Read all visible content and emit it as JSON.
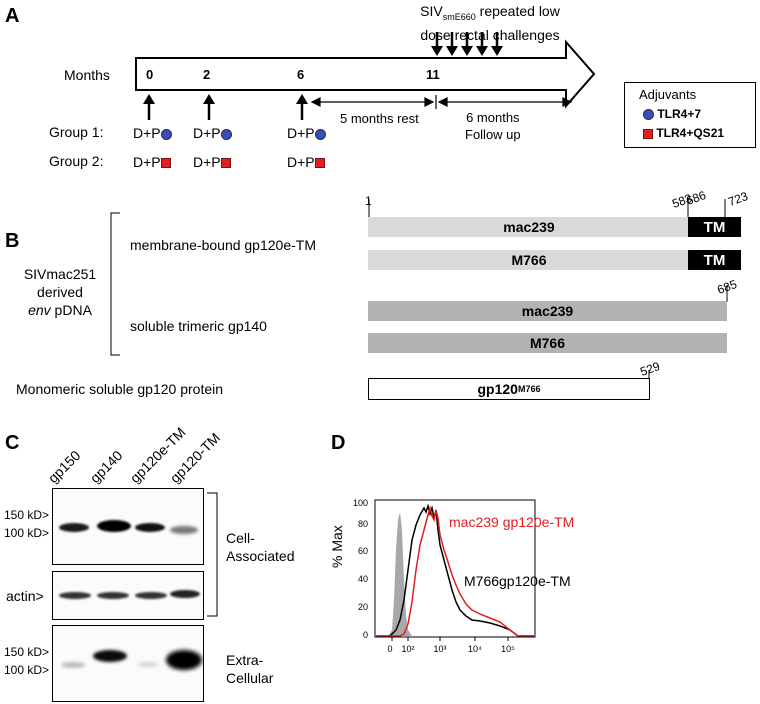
{
  "panel_a": {
    "letter": "A",
    "challenge_title_prefix": "SIV",
    "challenge_title_sub": "smE660",
    "challenge_title_suffix": " repeated low",
    "challenge_title_line2": "dose rectal challenges",
    "months_label": "Months",
    "timepoints": [
      "0",
      "2",
      "6",
      "11"
    ],
    "rest_label": "5 months rest",
    "followup_line1": "6 months",
    "followup_line2": "Follow up",
    "group1_label": "Group 1:",
    "group2_label": "Group 2:",
    "dose_label": "D+P",
    "legend": {
      "title": "Adjuvants",
      "items": [
        {
          "label": "TLR4+7",
          "marker": "blue-circle",
          "color": "#3a4fb5"
        },
        {
          "label": "TLR4+QS21",
          "marker": "red-square",
          "color": "#e02020"
        }
      ]
    }
  },
  "panel_b": {
    "letter": "B",
    "derived_line1": "SIVmac251",
    "derived_line2": "derived",
    "derived_line3_italic": "env",
    "derived_line3_rest": " pDNA",
    "membrane_label": "membrane-bound gp120e-TM",
    "soluble_label": "soluble trimeric gp140",
    "monomeric_label": "Monomeric soluble gp120 protein",
    "positions": [
      "1",
      "583",
      "686",
      "723",
      "685",
      "529"
    ],
    "bars": {
      "tm_mac239": "mac239",
      "tm_m766": "M766",
      "tm_segment": "TM",
      "gp140_mac239": "mac239",
      "gp140_m766": "M766",
      "gp120_main": "gp120",
      "gp120_sub": "M766"
    }
  },
  "panel_c": {
    "letter": "C",
    "lanes": [
      "gp150",
      "gp140",
      "gp120e-TM",
      "gp120-TM"
    ],
    "markers_top": [
      "150 kD>",
      "100 kD>"
    ],
    "actin_label": "actin>",
    "markers_bottom": [
      "150 kD>",
      "100 kD>"
    ],
    "cell_line1": "Cell-",
    "cell_line2": "Associated",
    "extra_line1": "Extra-",
    "extra_line2": "Cellular"
  },
  "panel_d": {
    "letter": "D",
    "ylabel": "% Max",
    "yticks": [
      "0",
      "20",
      "40",
      "60",
      "80",
      "100"
    ],
    "xticks": [
      "0",
      "10²",
      "10³",
      "10⁴",
      "10⁵"
    ],
    "series_red_label": "mac239 gp120e-TM",
    "series_black_label": "M766gp120e-TM",
    "colors": {
      "red": "#e02020",
      "black": "#000000",
      "control": "#a8a8a8"
    }
  }
}
